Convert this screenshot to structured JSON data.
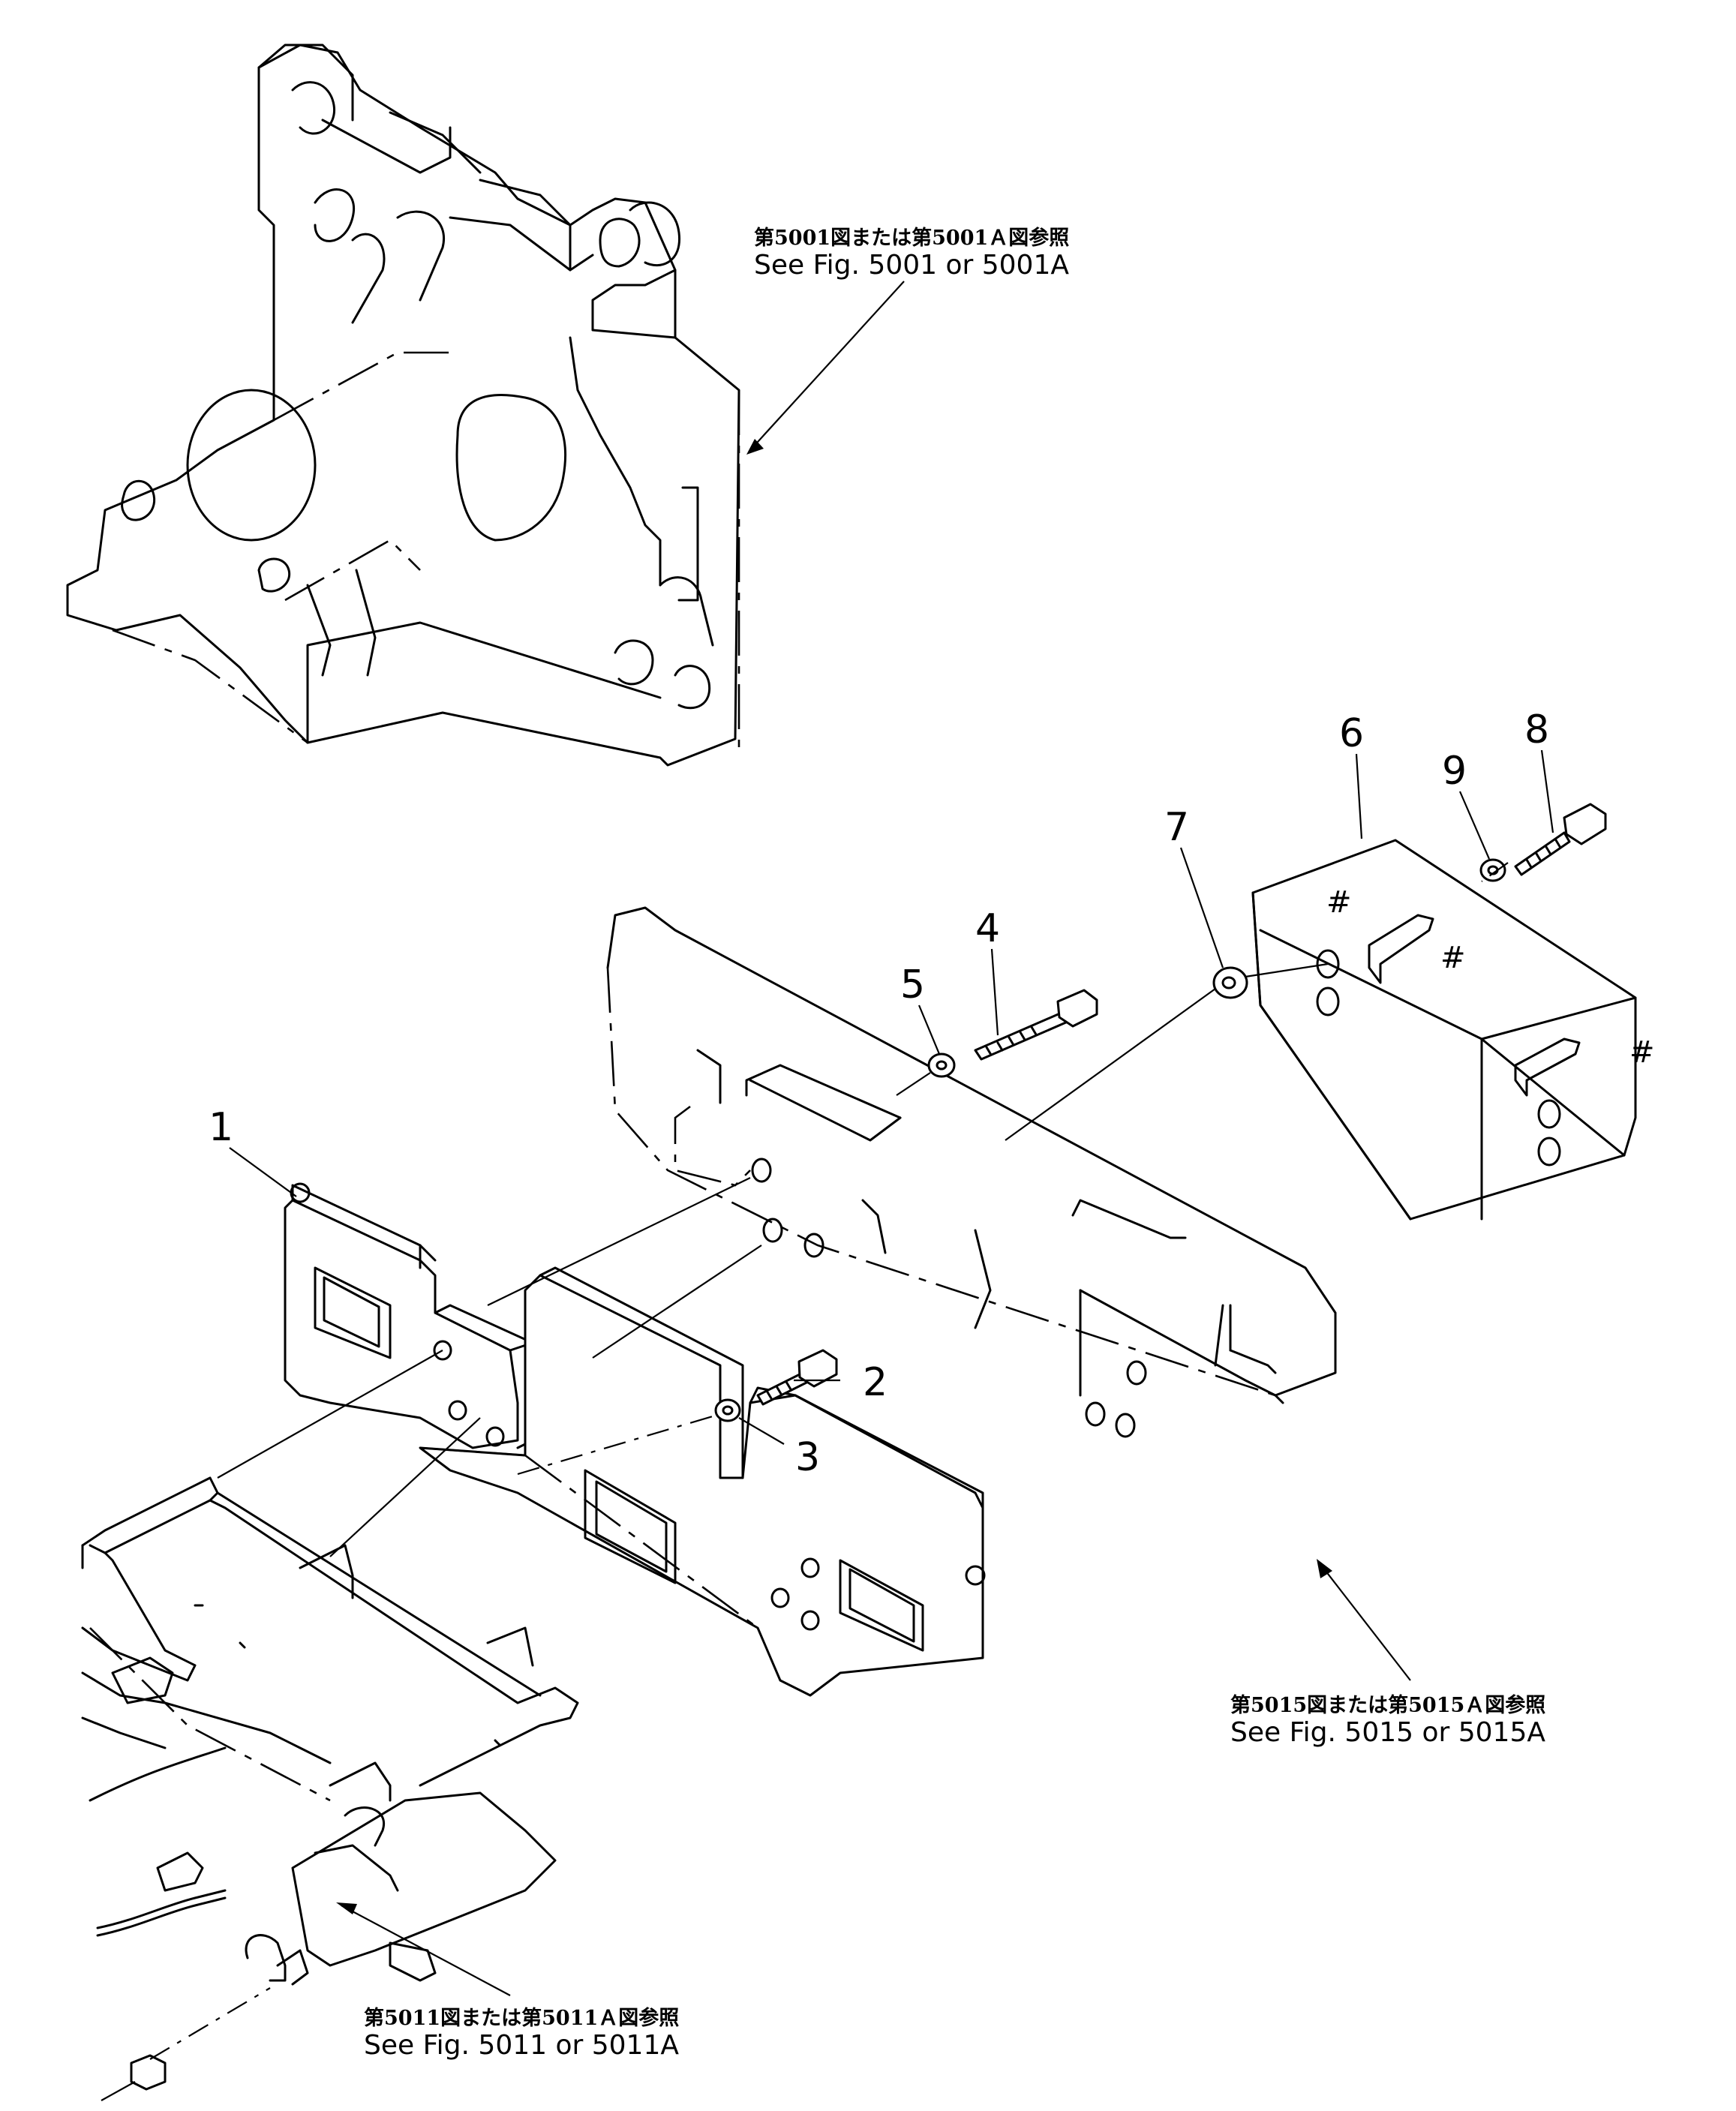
{
  "callouts": [
    {
      "id": "1",
      "label": "1"
    },
    {
      "id": "2",
      "label": "2"
    },
    {
      "id": "3",
      "label": "3"
    },
    {
      "id": "4",
      "label": "4"
    },
    {
      "id": "5",
      "label": "5"
    },
    {
      "id": "6",
      "label": "6"
    },
    {
      "id": "7",
      "label": "7"
    },
    {
      "id": "8",
      "label": "8"
    },
    {
      "id": "9",
      "label": "9"
    }
  ],
  "references": {
    "top": {
      "jp": "第5001図または第5001Ａ図参照",
      "en": "See Fig. 5001 or 5001A"
    },
    "right": {
      "jp": "第5015図または第5015Ａ図参照",
      "en": "See Fig. 5015 or 5015A"
    },
    "bottom": {
      "jp": "第5011図または第5011Ａ図参照",
      "en": "See Fig. 5011 or 5011A"
    }
  }
}
